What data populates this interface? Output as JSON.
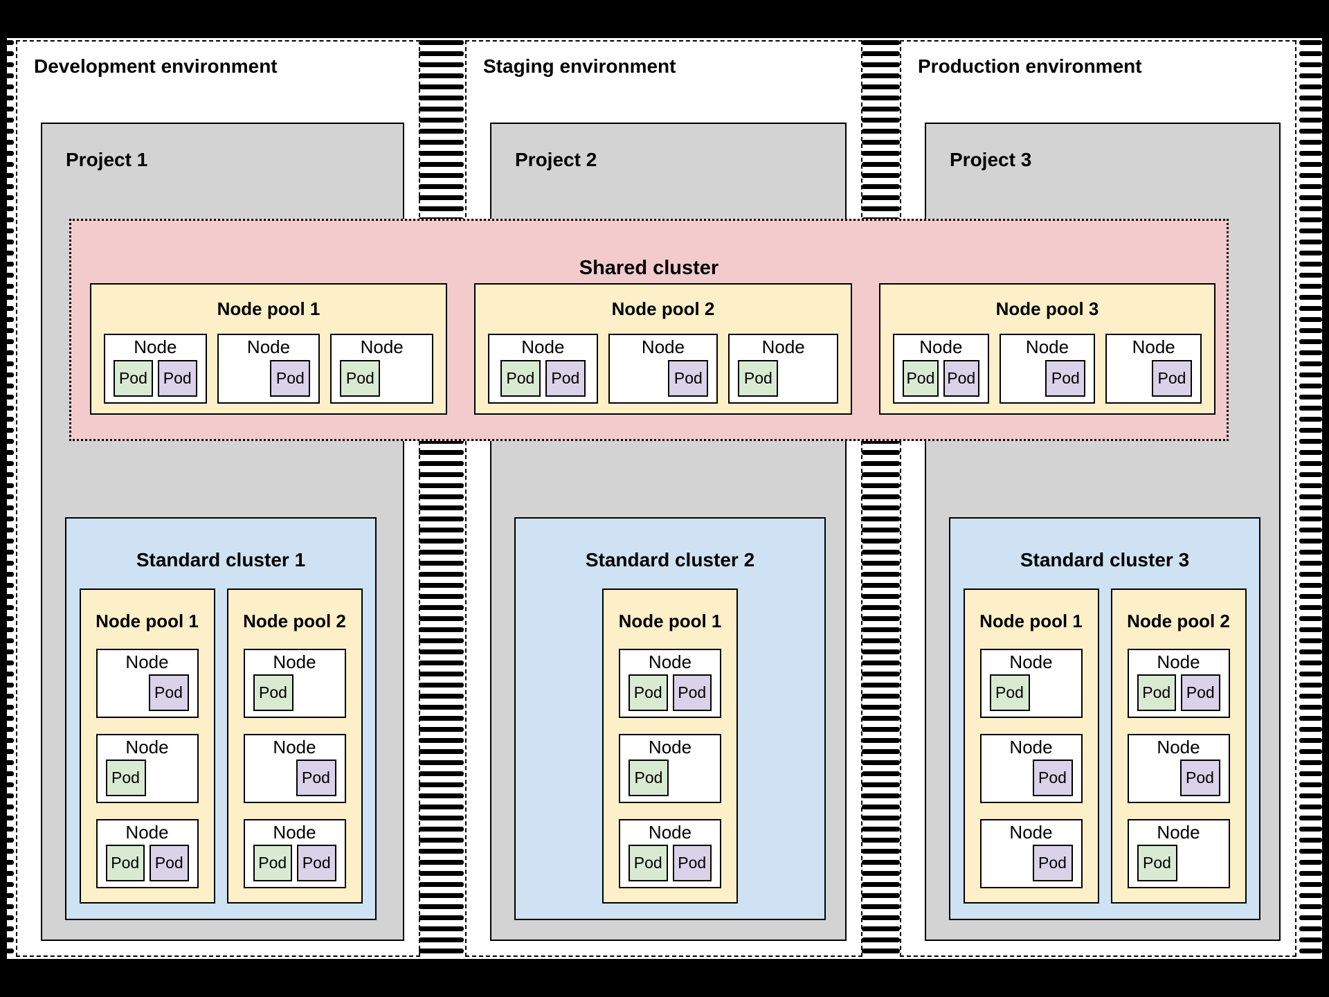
{
  "colors": {
    "frame_black": "#000000",
    "project_gray": "#d3d3d3",
    "shared_pink": "#f4cbcc",
    "pool_yellow": "#fdf0c9",
    "cluster_blue": "#cfe2f3",
    "pod_green": "#d9ead3",
    "pod_purple": "#d9d2e9",
    "node_white": "#ffffff"
  },
  "environments": [
    {
      "label": "Development environment",
      "project": {
        "label": "Project 1",
        "standard_cluster": {
          "label": "Standard cluster 1",
          "node_pools": [
            {
              "label": "Node pool 1",
              "nodes": [
                {
                  "label": "Node",
                  "pods_align": "right",
                  "pods": [
                    {
                      "label": "Pod",
                      "color": "pod_purple"
                    }
                  ]
                },
                {
                  "label": "Node",
                  "pods_align": "left",
                  "pods": [
                    {
                      "label": "Pod",
                      "color": "pod_green"
                    }
                  ]
                },
                {
                  "label": "Node",
                  "pods_align": "center",
                  "pods": [
                    {
                      "label": "Pod",
                      "color": "pod_green"
                    },
                    {
                      "label": "Pod",
                      "color": "pod_purple"
                    }
                  ]
                }
              ]
            },
            {
              "label": "Node pool 2",
              "nodes": [
                {
                  "label": "Node",
                  "pods_align": "left",
                  "pods": [
                    {
                      "label": "Pod",
                      "color": "pod_green"
                    }
                  ]
                },
                {
                  "label": "Node",
                  "pods_align": "right",
                  "pods": [
                    {
                      "label": "Pod",
                      "color": "pod_purple"
                    }
                  ]
                },
                {
                  "label": "Node",
                  "pods_align": "center",
                  "pods": [
                    {
                      "label": "Pod",
                      "color": "pod_green"
                    },
                    {
                      "label": "Pod",
                      "color": "pod_purple"
                    }
                  ]
                }
              ]
            }
          ]
        }
      }
    },
    {
      "label": "Staging environment",
      "project": {
        "label": "Project 2",
        "standard_cluster": {
          "label": "Standard cluster 2",
          "node_pools": [
            {
              "label": "Node pool 1",
              "nodes": [
                {
                  "label": "Node",
                  "pods_align": "center",
                  "pods": [
                    {
                      "label": "Pod",
                      "color": "pod_green"
                    },
                    {
                      "label": "Pod",
                      "color": "pod_purple"
                    }
                  ]
                },
                {
                  "label": "Node",
                  "pods_align": "left",
                  "pods": [
                    {
                      "label": "Pod",
                      "color": "pod_green"
                    }
                  ]
                },
                {
                  "label": "Node",
                  "pods_align": "center",
                  "pods": [
                    {
                      "label": "Pod",
                      "color": "pod_green"
                    },
                    {
                      "label": "Pod",
                      "color": "pod_purple"
                    }
                  ]
                }
              ]
            }
          ]
        }
      }
    },
    {
      "label": "Production environment",
      "project": {
        "label": "Project 3",
        "standard_cluster": {
          "label": "Standard cluster 3",
          "node_pools": [
            {
              "label": "Node pool 1",
              "nodes": [
                {
                  "label": "Node",
                  "pods_align": "left",
                  "pods": [
                    {
                      "label": "Pod",
                      "color": "pod_green"
                    }
                  ]
                },
                {
                  "label": "Node",
                  "pods_align": "right",
                  "pods": [
                    {
                      "label": "Pod",
                      "color": "pod_purple"
                    }
                  ]
                },
                {
                  "label": "Node",
                  "pods_align": "right",
                  "pods": [
                    {
                      "label": "Pod",
                      "color": "pod_purple"
                    }
                  ]
                }
              ]
            },
            {
              "label": "Node pool 2",
              "nodes": [
                {
                  "label": "Node",
                  "pods_align": "center",
                  "pods": [
                    {
                      "label": "Pod",
                      "color": "pod_green"
                    },
                    {
                      "label": "Pod",
                      "color": "pod_purple"
                    }
                  ]
                },
                {
                  "label": "Node",
                  "pods_align": "right",
                  "pods": [
                    {
                      "label": "Pod",
                      "color": "pod_purple"
                    }
                  ]
                },
                {
                  "label": "Node",
                  "pods_align": "left",
                  "pods": [
                    {
                      "label": "Pod",
                      "color": "pod_green"
                    }
                  ]
                }
              ]
            }
          ]
        }
      }
    }
  ],
  "shared_cluster": {
    "label": "Shared cluster",
    "node_pools": [
      {
        "label": "Node pool 1",
        "nodes": [
          {
            "label": "Node",
            "pods_align": "center",
            "pods": [
              {
                "label": "Pod",
                "color": "pod_green"
              },
              {
                "label": "Pod",
                "color": "pod_purple"
              }
            ]
          },
          {
            "label": "Node",
            "pods_align": "right",
            "pods": [
              {
                "label": "Pod",
                "color": "pod_purple"
              }
            ]
          },
          {
            "label": "Node",
            "pods_align": "left",
            "pods": [
              {
                "label": "Pod",
                "color": "pod_green"
              }
            ]
          }
        ]
      },
      {
        "label": "Node pool 2",
        "nodes": [
          {
            "label": "Node",
            "pods_align": "center",
            "pods": [
              {
                "label": "Pod",
                "color": "pod_green"
              },
              {
                "label": "Pod",
                "color": "pod_purple"
              }
            ]
          },
          {
            "label": "Node",
            "pods_align": "right",
            "pods": [
              {
                "label": "Pod",
                "color": "pod_purple"
              }
            ]
          },
          {
            "label": "Node",
            "pods_align": "left",
            "pods": [
              {
                "label": "Pod",
                "color": "pod_green"
              }
            ]
          }
        ]
      },
      {
        "label": "Node pool 3",
        "nodes": [
          {
            "label": "Node",
            "pods_align": "center",
            "pods": [
              {
                "label": "Pod",
                "color": "pod_green"
              },
              {
                "label": "Pod",
                "color": "pod_purple"
              }
            ]
          },
          {
            "label": "Node",
            "pods_align": "right",
            "pods": [
              {
                "label": "Pod",
                "color": "pod_purple"
              }
            ]
          },
          {
            "label": "Node",
            "pods_align": "right",
            "pods": [
              {
                "label": "Pod",
                "color": "pod_purple"
              }
            ]
          }
        ]
      }
    ]
  }
}
